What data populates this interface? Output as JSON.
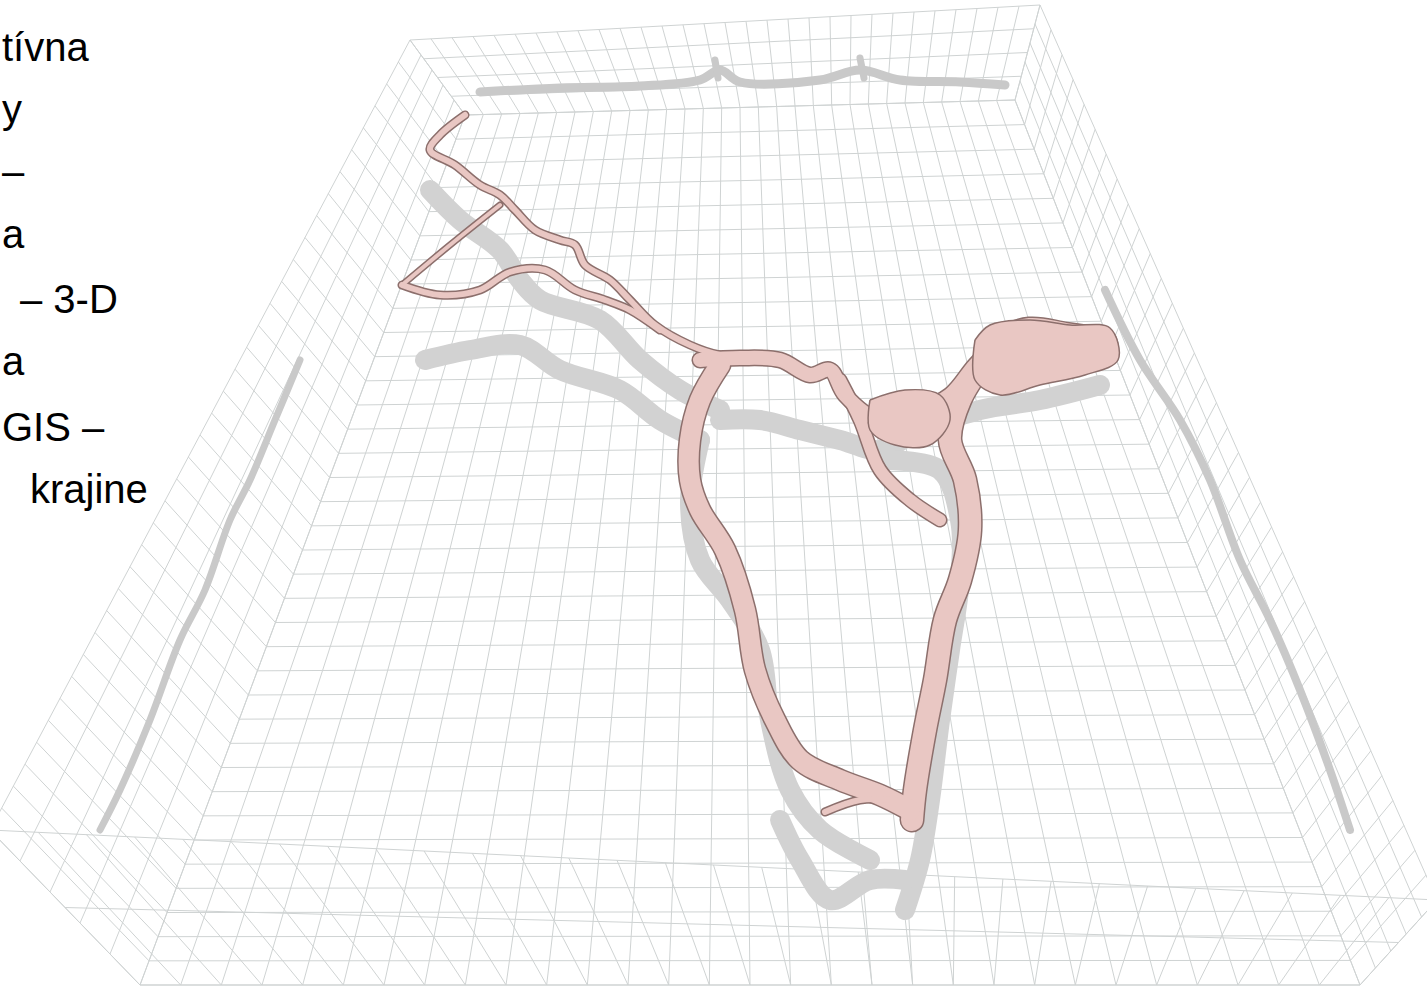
{
  "diagram": {
    "labels": [
      "tívna",
      "y",
      "–",
      "a",
      "– 3-D",
      "a",
      "GIS –",
      "krajine"
    ]
  }
}
